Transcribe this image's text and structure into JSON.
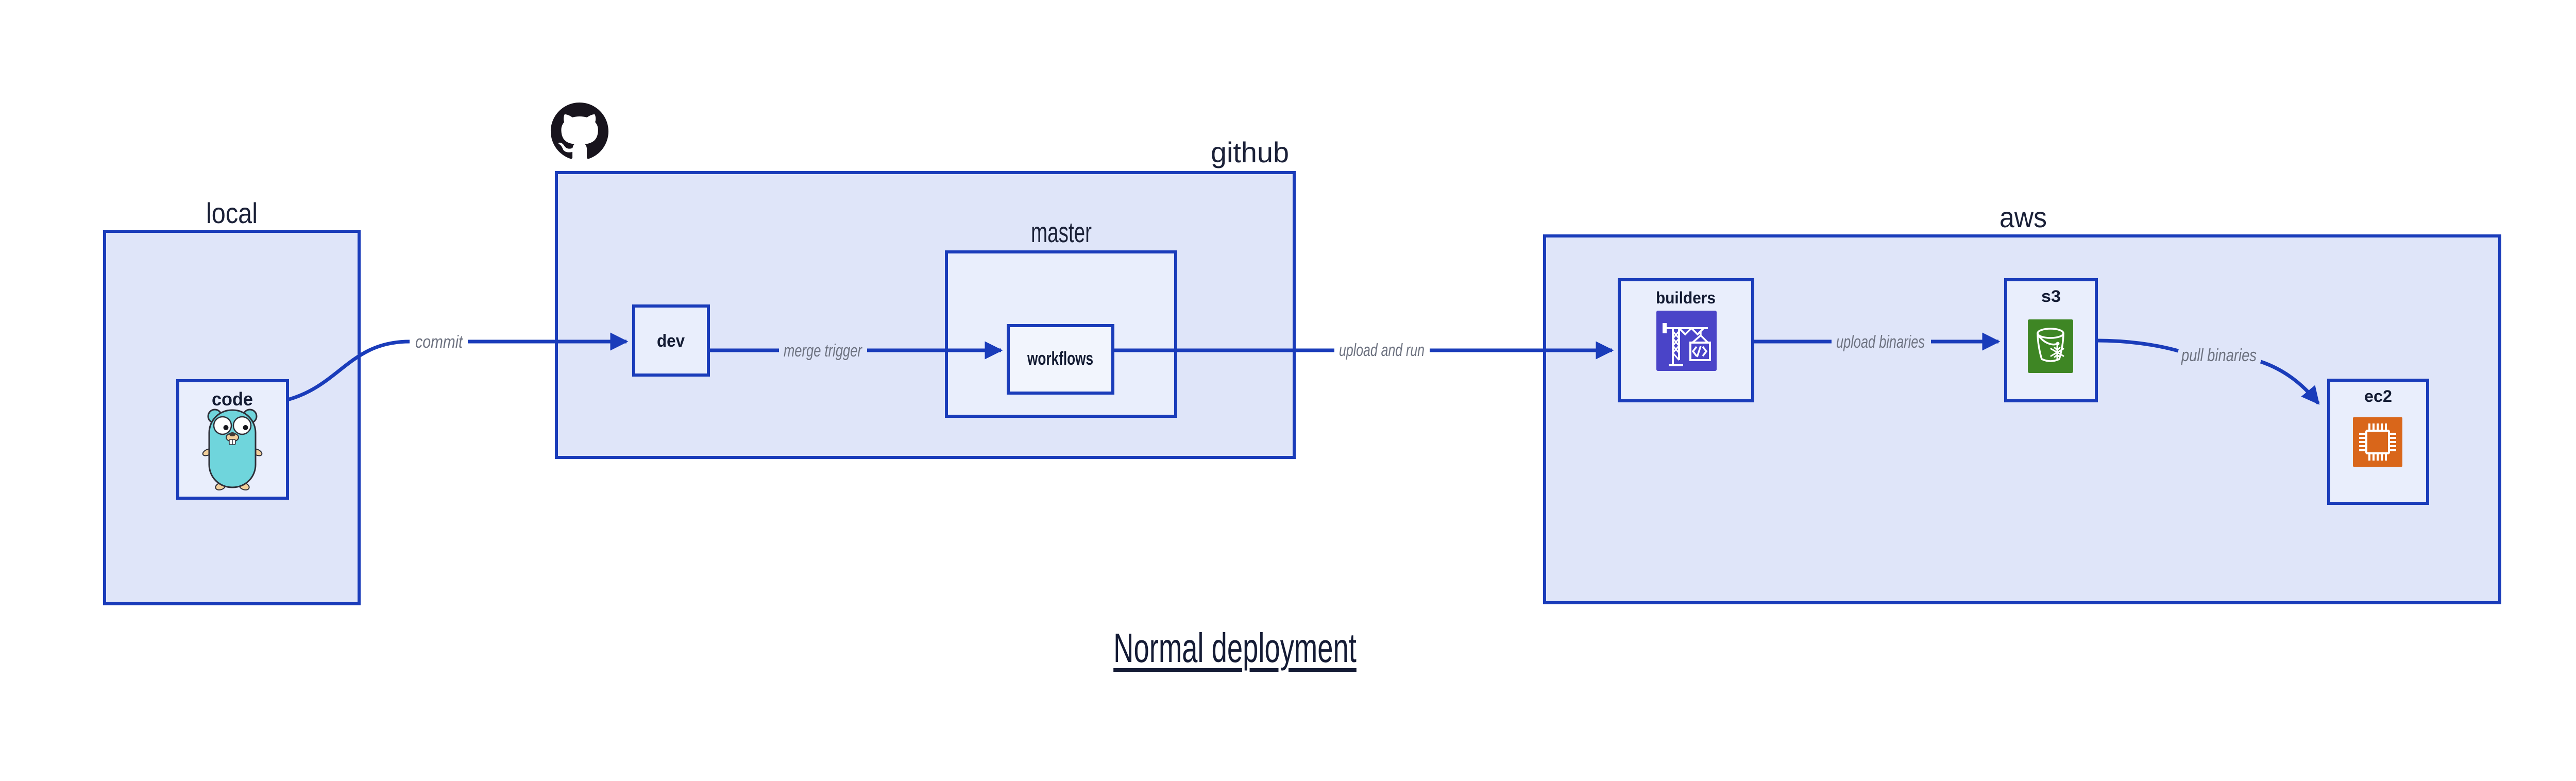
{
  "title": {
    "text": "Normal deployment"
  },
  "containers": {
    "local": {
      "label": "local"
    },
    "github": {
      "label": "github",
      "icon": "octocat-icon"
    },
    "master": {
      "label": "master"
    },
    "aws": {
      "label": "aws"
    }
  },
  "nodes": {
    "code": {
      "label": "code",
      "icon": "go-gopher-icon"
    },
    "dev": {
      "label": "dev"
    },
    "workflows": {
      "label": "workflows"
    },
    "builders": {
      "label": "builders",
      "icon": "codebuild-crane-icon",
      "icon_color": "#4a44c8"
    },
    "s3": {
      "label": "s3",
      "icon": "s3-bucket-snowflake-icon",
      "icon_color": "#3e8624"
    },
    "ec2": {
      "label": "ec2",
      "icon": "ec2-chip-icon",
      "icon_color": "#d9661a"
    }
  },
  "edges": {
    "commit": {
      "label": "commit"
    },
    "merge_trigger": {
      "label": "merge trigger"
    },
    "upload_and_run": {
      "label": "upload and run"
    },
    "upload_binaries": {
      "label": "upload binaries"
    },
    "pull_binaries": {
      "label": "pull binaries"
    }
  },
  "colors": {
    "accent_blue": "#1a3cba",
    "container_fill": "#dfe5f9",
    "node_fill": "#e9eefc",
    "inner_node_fill": "#f2f5fd",
    "edge_label_gray": "#6d7280",
    "text_navy": "#131b33",
    "codebuild_purple": "#4a44c8",
    "s3_green": "#3e8624",
    "ec2_orange": "#d9661a",
    "octocat_black": "#18141d",
    "gopher_teal": "#6fd5dc"
  }
}
